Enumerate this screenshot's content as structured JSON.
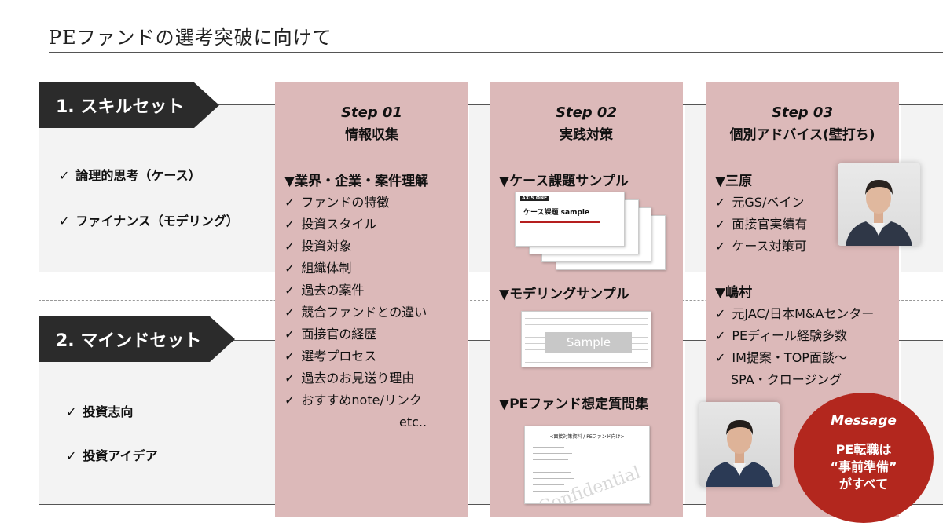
{
  "title": "PEファンドの選考突破に向けて",
  "skillset": {
    "label": "1. スキルセット",
    "items": [
      "論理的思考（ケース）",
      "ファイナンス（モデリング）"
    ]
  },
  "mindset": {
    "label": "2. マインドセット",
    "items": [
      "投資志向",
      "投資アイデア"
    ]
  },
  "check_mark": "✓",
  "steps": [
    {
      "num": "Step 01",
      "name": "情報収集",
      "section": "▼業界・企業・案件理解",
      "items": [
        "ファンドの特徴",
        "投資スタイル",
        "投資対象",
        "組織体制",
        "過去の案件",
        "競合ファンドとの違い",
        "面接官の経歴",
        "選考プロセス",
        "過去のお見送り理由",
        "おすすめnote/リンク"
      ],
      "etc": "etc.."
    },
    {
      "num": "Step 02",
      "name": "実践対策",
      "sections": [
        {
          "title": "▼ケース課題サンプル",
          "thumb_title": "ケース課題 sample",
          "thumb_logo": "AXIS ONE"
        },
        {
          "title": "▼モデリングサンプル",
          "thumb_label": "Sample"
        },
        {
          "title": "▼PEファンド想定質問集",
          "thumb_header": "<面接対策資料 / PEファンド向け>",
          "thumb_watermark": "Confidential"
        }
      ]
    },
    {
      "num": "Step 03",
      "name": "個別アドバイス(壁打ち)",
      "advisors": [
        {
          "name": "▼三原",
          "items": [
            "元GS/ベイン",
            "面接官実績有",
            "ケース対策可"
          ]
        },
        {
          "name": "▼嶋村",
          "items": [
            "元JAC/日本M&Aセンター",
            "PEディール経験多数",
            "IM提案・TOP面談～",
            "SPA・クロージング"
          ]
        }
      ]
    }
  ],
  "message": {
    "title": "Message",
    "lines": [
      "PE転職は",
      "“事前準備”",
      "がすべて"
    ]
  }
}
